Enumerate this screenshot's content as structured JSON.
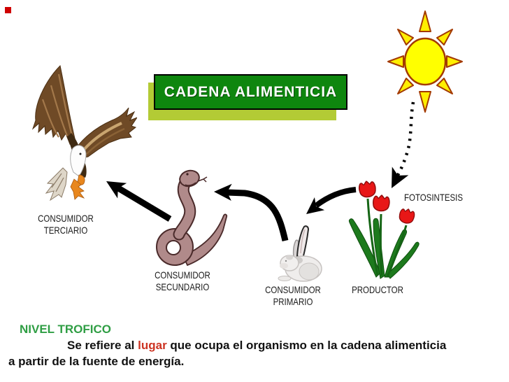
{
  "title_banner": {
    "text": "CADENA ALIMENTICIA"
  },
  "photosynthesis_label": "FOTOSINTESIS",
  "organisms": [
    {
      "id": "eagle",
      "label_line1": "CONSUMIDOR",
      "label_line2": "TERCIARIO"
    },
    {
      "id": "snake",
      "label_line1": "CONSUMIDOR",
      "label_line2": "SECUNDARIO"
    },
    {
      "id": "rabbit",
      "label_line1": "CONSUMIDOR",
      "label_line2": "PRIMARIO"
    },
    {
      "id": "plants",
      "label_line1": "PRODUCTOR"
    }
  ],
  "footer": {
    "heading": "NIVEL TROFICO",
    "line1_pre": "Se refiere al ",
    "line1_highlight": "lugar",
    "line1_post": " que ocupa el organismo en la cadena alimenticia",
    "line2": "a partir de la fuente de energía."
  },
  "colors": {
    "banner_green": "#0e860e",
    "banner_shadow_green": "#b3cb35",
    "heading_green": "#2f9e44",
    "highlight_red": "#cc3322",
    "sun_yellow": "#ffee00",
    "tulip_red": "#e81717",
    "snake_mauve": "#b08a8a"
  }
}
